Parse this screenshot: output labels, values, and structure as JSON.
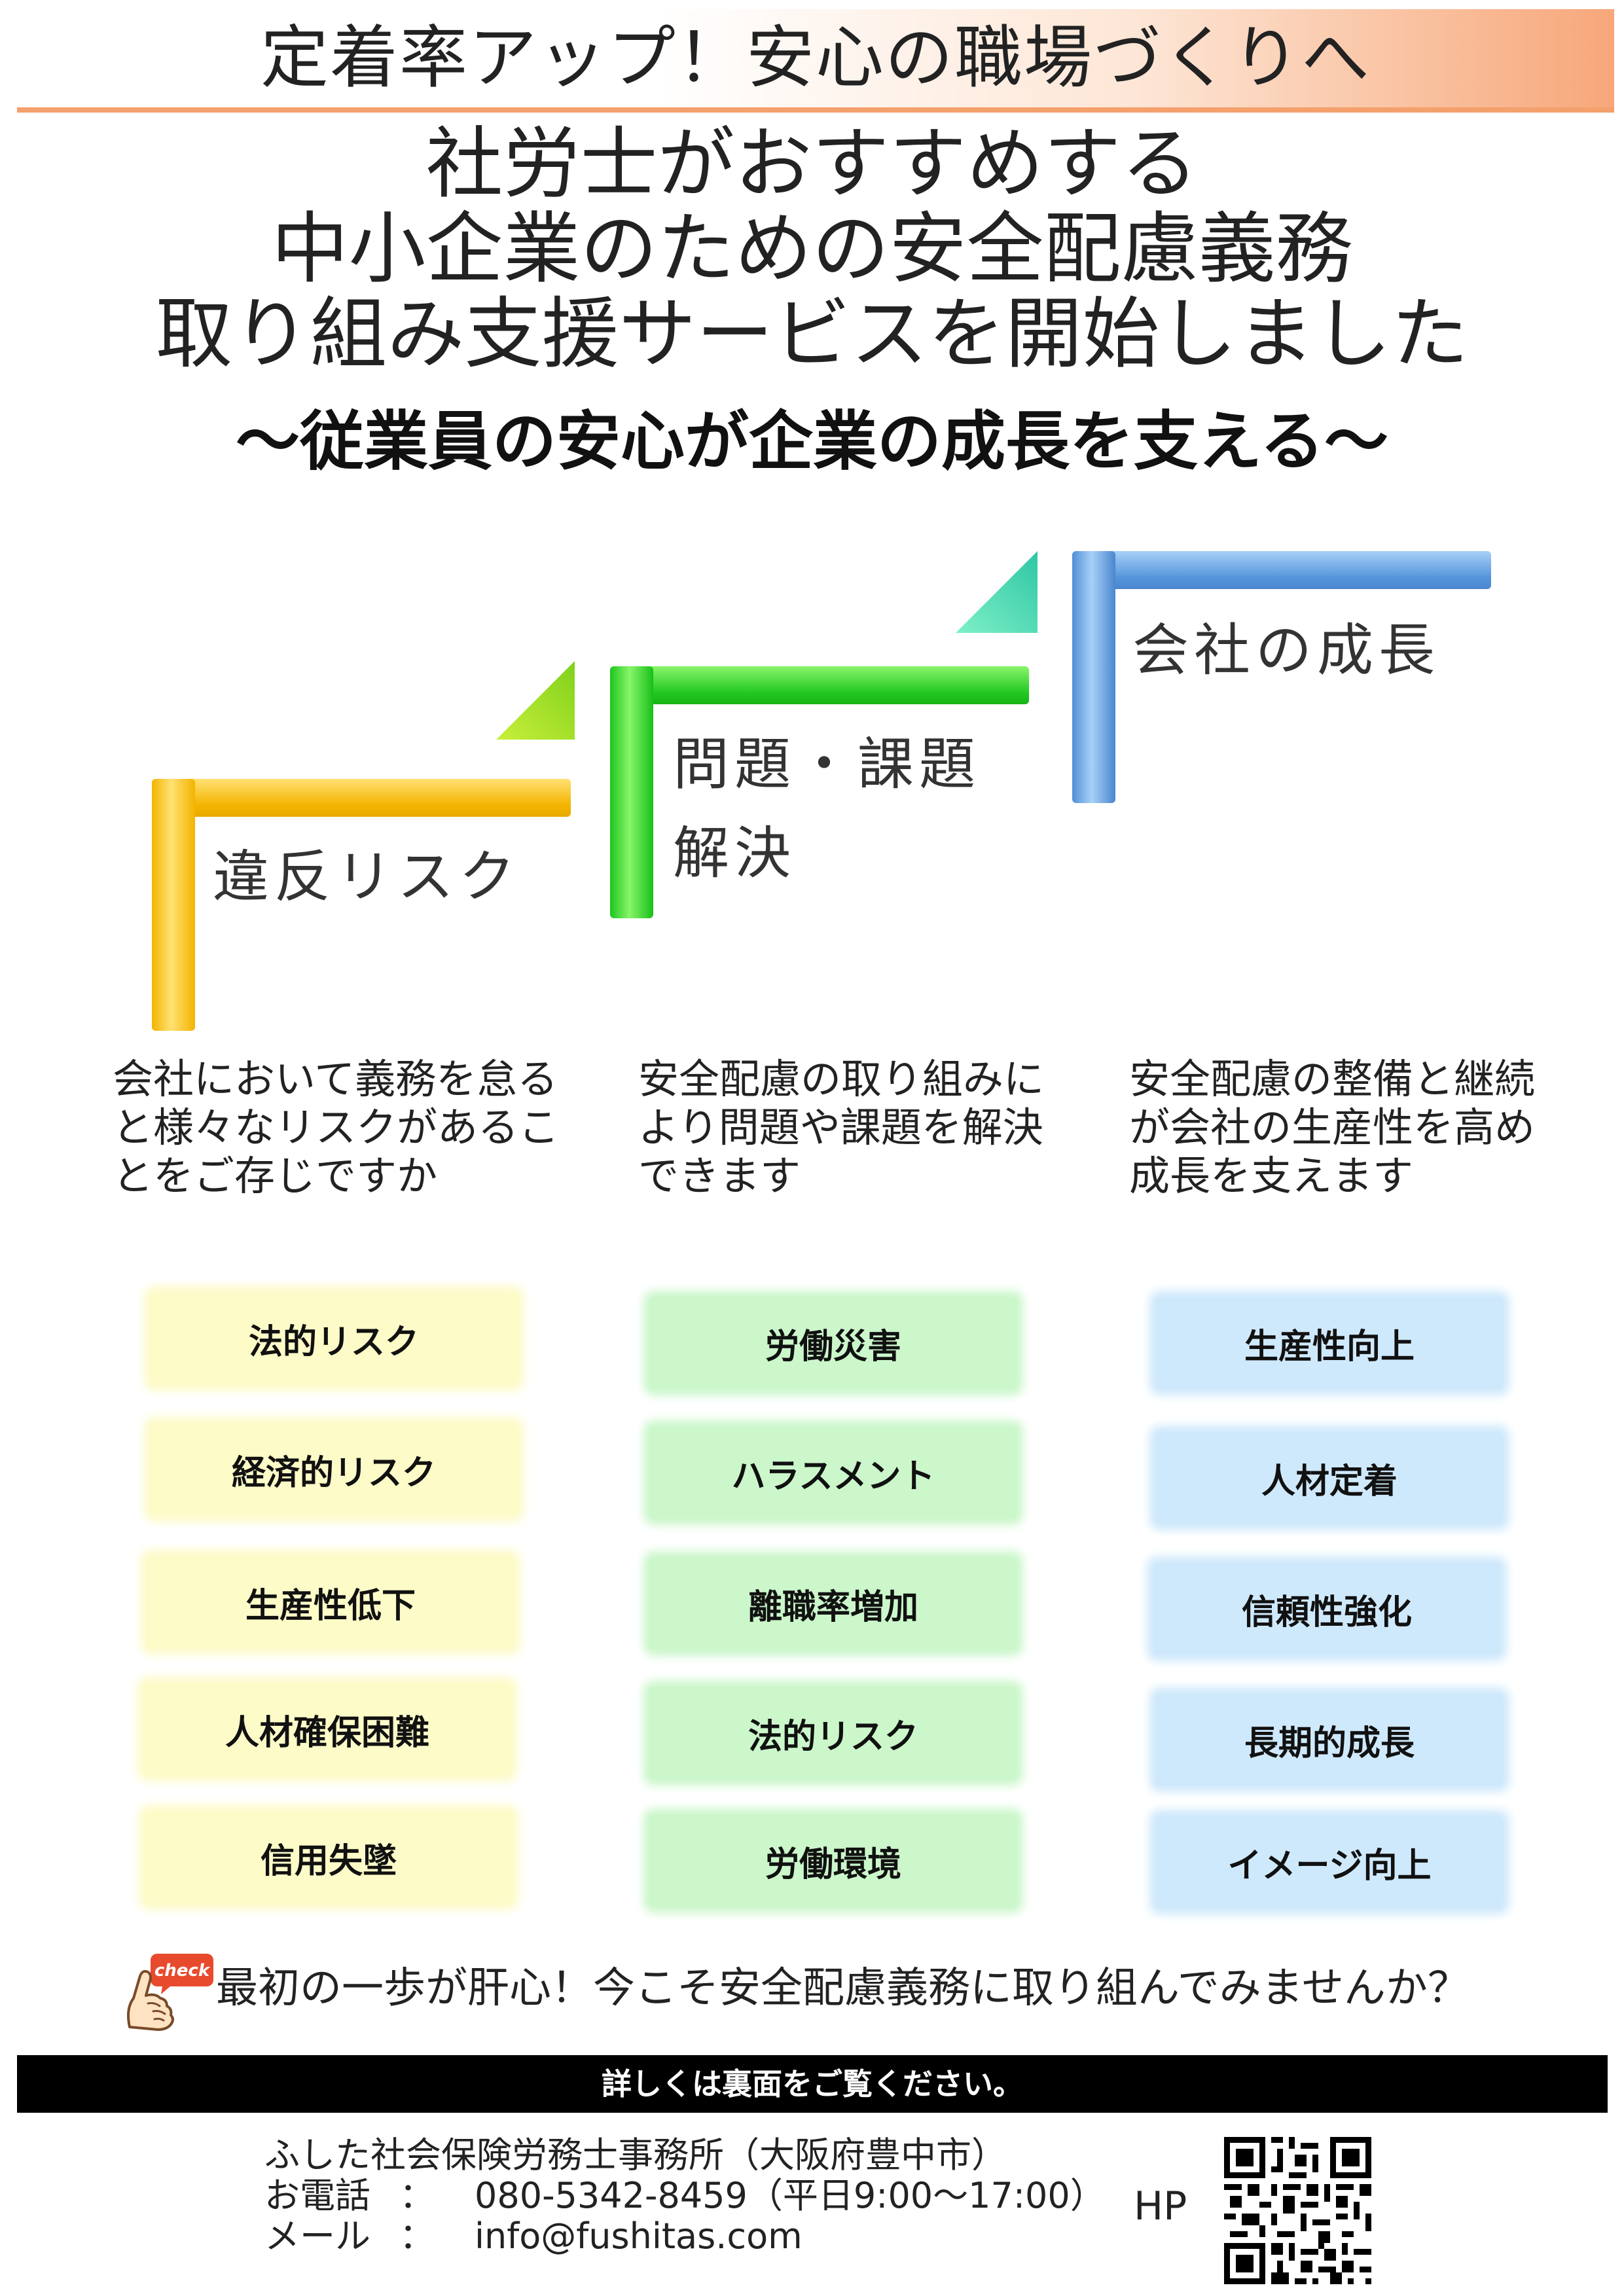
{
  "banner": {
    "title": "定着率アップ！安心の職場づくりへ"
  },
  "headline": {
    "lines": [
      "社労士がおすすめする",
      "中小企業のための安全配慮義務",
      "取り組み支援サービスを開始しました"
    ],
    "tagline": "～従業員の安心が企業の成長を支える～"
  },
  "steps": [
    {
      "label": "違反リスク",
      "color": "#f3b400"
    },
    {
      "label_line1": "問題・課題",
      "label_line2": "解決",
      "color": "#22c822"
    },
    {
      "label": "会社の成長",
      "color": "#5595dc"
    }
  ],
  "descriptions": [
    [
      "会社において義務を怠る",
      "と様々なリスクがあるこ",
      "とをご存じですか"
    ],
    [
      "安全配慮の取り組みに",
      "より問題や課題を解決",
      "できます"
    ],
    [
      "安全配慮の整備と継続",
      "が会社の生産性を高め",
      "成長を支えます"
    ]
  ],
  "boxes": {
    "yellow": [
      "法的リスク",
      "経済的リスク",
      "生産性低下",
      "人材確保困難",
      "信用失墜"
    ],
    "green": [
      "労働災害",
      "ハラスメント",
      "離職率増加",
      "法的リスク",
      "労働環境"
    ],
    "blue": [
      "生産性向上",
      "人材定着",
      "信頼性強化",
      "長期的成長",
      "イメージ向上"
    ]
  },
  "check": {
    "badge": "check",
    "text": "最初の一歩が肝心！今こそ安全配慮義務に取り組んでみませんか？"
  },
  "info_bar": "詳しくは裏面をご覧ください。",
  "footer": {
    "office": "ふした社会保険労務士事務所（大阪府豊中市）",
    "phone_label": "お電話",
    "phone_sep": "：",
    "phone": "080-5342-8459（平日9:00～17:00）",
    "mail_label": "メール",
    "mail_sep": "：",
    "mail": "info@fushitas.com",
    "hp": "HP"
  }
}
